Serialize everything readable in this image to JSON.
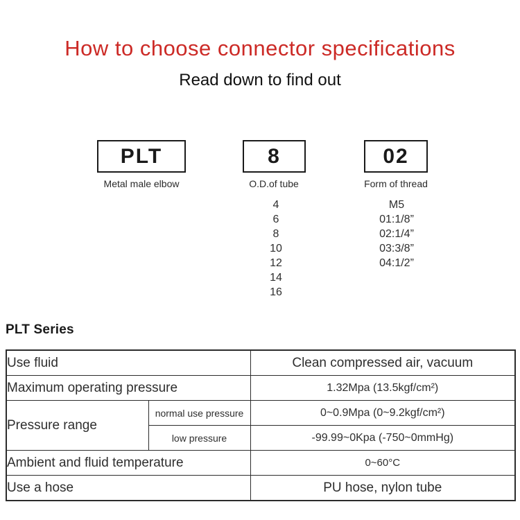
{
  "page": {
    "title": "How to choose connector specifications",
    "subtitle": "Read down to find out",
    "title_color": "#cc2a26",
    "band_color": "#f5eee0"
  },
  "model_code": {
    "segments": [
      {
        "code": "PLT",
        "label": "Metal male elbow",
        "options": []
      },
      {
        "code": "8",
        "label": "O.D.of tube",
        "options": [
          "4",
          "6",
          "8",
          "10",
          "12",
          "14",
          "16"
        ]
      },
      {
        "code": "02",
        "label": "Form of thread",
        "options": [
          "M5",
          "01:1/8”",
          "02:1/4”",
          "03:3/8”",
          "04:1/2”"
        ]
      }
    ]
  },
  "series": {
    "heading": "PLT Series"
  },
  "spec_table": {
    "rows": {
      "use_fluid": {
        "label": "Use fluid",
        "value": "Clean compressed air, vacuum"
      },
      "max_pressure": {
        "label": "Maximum operating pressure",
        "value": "1.32Mpa (13.5kgf/cm²)"
      },
      "pressure_range": {
        "label": "Pressure range",
        "normal": {
          "label": "normal use pressure",
          "value": "0~0.9Mpa (0~9.2kgf/cm²)"
        },
        "low": {
          "label": "low pressure",
          "value": "-99.99~0Kpa (-750~0mmHg)"
        }
      },
      "temperature": {
        "label": "Ambient and fluid temperature",
        "value": "0~60°C"
      },
      "hose": {
        "label": "Use a hose",
        "value": "PU hose, nylon tube"
      }
    }
  }
}
